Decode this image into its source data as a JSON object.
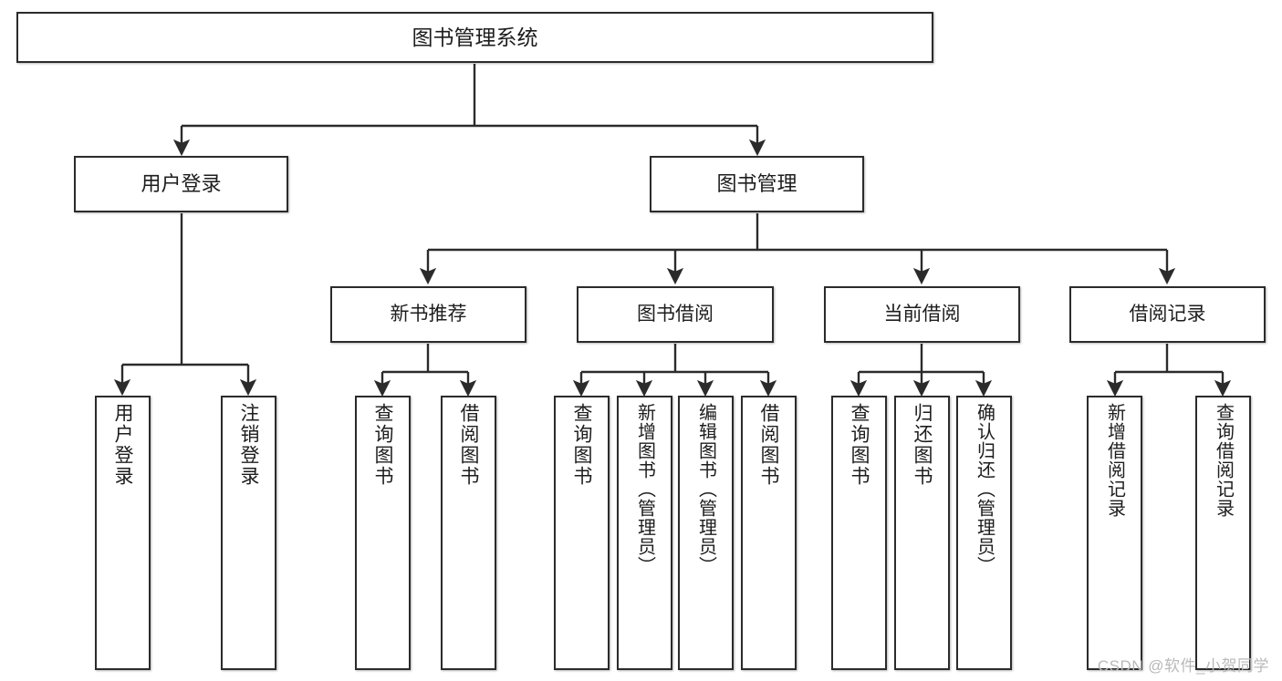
{
  "diagram": {
    "title": "图书管理系统",
    "type": "tree-hierarchy-chart",
    "watermark": "CSDN @软件_小贺同学",
    "colors": {
      "border": "#2b2b2b",
      "background": "#ffffff",
      "text": "#1d1d1d",
      "watermark": "#b9b9b9"
    },
    "nodes": {
      "root": {
        "label": "图书管理系统"
      },
      "level2": [
        {
          "id": "user-login",
          "label": "用户登录"
        },
        {
          "id": "book-manage",
          "label": "图书管理"
        }
      ],
      "level3": [
        {
          "id": "new-book-rec",
          "label": "新书推荐"
        },
        {
          "id": "book-borrow",
          "label": "图书借阅"
        },
        {
          "id": "current-borrow",
          "label": "当前借阅"
        },
        {
          "id": "borrow-record",
          "label": "借阅记录"
        }
      ],
      "leaves": {
        "user_login": [
          {
            "id": "leaf-user-login",
            "label": "用户登录"
          },
          {
            "id": "leaf-logout",
            "label": "注销登录"
          }
        ],
        "new_book_rec": [
          {
            "id": "leaf-query-book-1",
            "label": "查询图书"
          },
          {
            "id": "leaf-borrow-book-1",
            "label": "借阅图书"
          }
        ],
        "book_borrow": [
          {
            "id": "leaf-query-book-2",
            "label": "查询图书"
          },
          {
            "id": "leaf-add-book",
            "label": "新增图书（管理员）"
          },
          {
            "id": "leaf-edit-book",
            "label": "编辑图书（管理员）"
          },
          {
            "id": "leaf-borrow-book-2",
            "label": "借阅图书"
          }
        ],
        "current_borrow": [
          {
            "id": "leaf-query-book-3",
            "label": "查询图书"
          },
          {
            "id": "leaf-return-book",
            "label": "归还图书"
          },
          {
            "id": "leaf-confirm-return",
            "label": "确认归还（管理员）"
          }
        ],
        "borrow_record": [
          {
            "id": "leaf-add-record",
            "label": "新增借阅记录"
          },
          {
            "id": "leaf-query-record",
            "label": "查询借阅记录"
          }
        ]
      }
    }
  }
}
